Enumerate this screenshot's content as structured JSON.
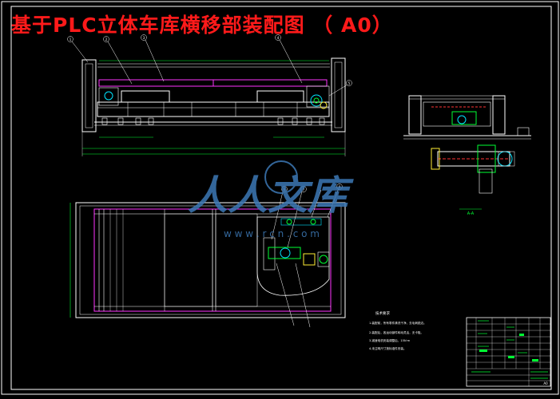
{
  "drawing": {
    "title": "基于PLC立体车库横移部装配图 （ A0）"
  },
  "watermark": {
    "text": "人人文库",
    "url": "w w w . r c n . c o m"
  },
  "balloons": [
    "1",
    "2",
    "3",
    "4",
    "5",
    "6",
    "7",
    "8"
  ],
  "notes": {
    "heading": "技术要求",
    "lines": [
      "1.装配前，所有零件清洗干净，去毛刺锐边。",
      "2.装配后，各运动部件转动灵活，无卡阻。",
      "3.减速电机安装调整后，15N·m",
      "4.未注明尺寸按标准件安装。"
    ]
  },
  "section_label": "A-A",
  "title_block": {
    "code": "A0"
  },
  "colors": {
    "background": "#000000",
    "line_white": "#ffffff",
    "line_magenta": "#ff33ff",
    "line_cyan": "#00e5ff",
    "line_green": "#00ff33",
    "line_red": "#ff3333",
    "line_yellow": "#ffee33",
    "title_red": "#ff1a1a",
    "watermark": "#3d78b5"
  }
}
